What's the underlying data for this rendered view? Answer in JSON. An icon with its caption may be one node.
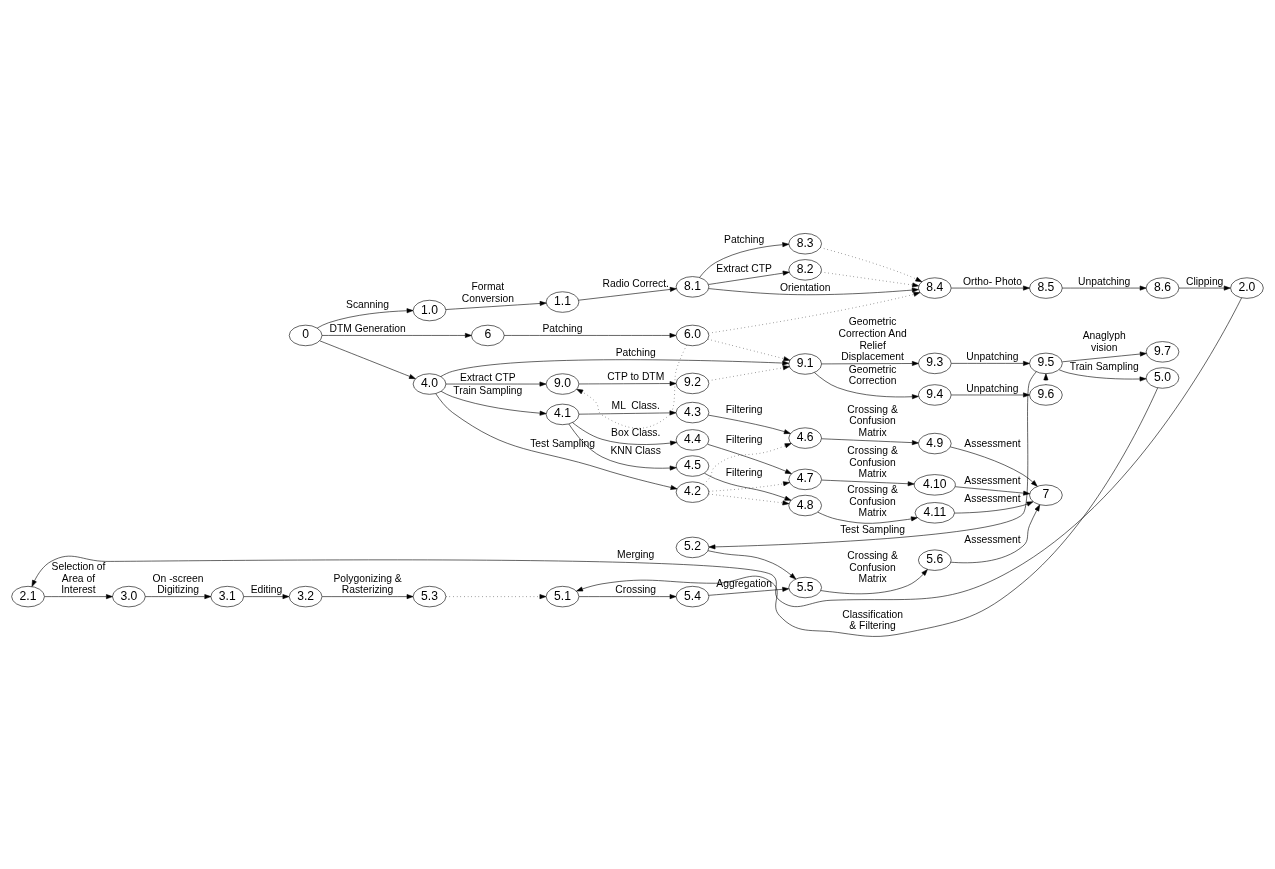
{
  "diagram": {
    "nodes": [
      {
        "text": [
          "0"
        ]
      },
      {
        "text": [
          "4.0"
        ]
      },
      {
        "text": [
          "4.1"
        ]
      },
      {
        "text": [
          "4.3"
        ]
      },
      {
        "text": [
          "4.4"
        ]
      },
      {
        "text": [
          "4.5"
        ]
      },
      {
        "text": [
          "4.2"
        ]
      },
      {
        "text": [
          "4.6"
        ]
      },
      {
        "text": [
          "4.7"
        ]
      },
      {
        "text": [
          "4.8"
        ]
      },
      {
        "text": [
          "4.9"
        ]
      },
      {
        "text": [
          "4.10"
        ]
      },
      {
        "text": [
          "4.11"
        ]
      },
      {
        "text": [
          "8.3"
        ]
      },
      {
        "text": [
          "8.2"
        ]
      },
      {
        "text": [
          "1.0"
        ]
      },
      {
        "text": [
          "1.1"
        ]
      },
      {
        "text": [
          "8.1"
        ]
      },
      {
        "text": [
          "8.4"
        ]
      },
      {
        "text": [
          "8.5"
        ]
      },
      {
        "text": [
          "8.6"
        ]
      },
      {
        "text": [
          "2.0"
        ]
      },
      {
        "text": [
          "2.1"
        ]
      },
      {
        "text": [
          "3.0"
        ]
      },
      {
        "text": [
          "3.1"
        ]
      },
      {
        "text": [
          "3.2"
        ]
      },
      {
        "text": [
          "5.3"
        ]
      },
      {
        "text": [
          "7"
        ]
      },
      {
        "text": [
          "6"
        ]
      },
      {
        "text": [
          "6.0"
        ]
      },
      {
        "text": [
          "9.1"
        ]
      },
      {
        "text": [
          "9.4"
        ]
      },
      {
        "text": [
          "9.6"
        ]
      },
      {
        "text": [
          "9.0"
        ]
      },
      {
        "text": [
          "9.2"
        ]
      },
      {
        "text": [
          "9.3"
        ]
      },
      {
        "text": [
          "9.5"
        ]
      },
      {
        "text": [
          "9.7"
        ]
      },
      {
        "text": [
          "5.2"
        ]
      },
      {
        "text": [
          "5.0"
        ]
      },
      {
        "text": [
          "5.1"
        ]
      },
      {
        "text": [
          "5.4"
        ]
      },
      {
        "text": [
          "5.5"
        ]
      },
      {
        "text": [
          "5.6"
        ]
      }
    ],
    "edges": [
      {
        "from": 0,
        "to": 1,
        "arrow": "to"
      },
      {
        "from": 1,
        "to": 2,
        "arrow": "to",
        "label": "Train Sampling"
      },
      {
        "from": 2,
        "to": 3,
        "arrow": "to",
        "label": "ML  Class."
      },
      {
        "from": 2,
        "to": 4,
        "arrow": "to",
        "label": "Box Class."
      },
      {
        "from": 2,
        "to": 5,
        "arrow": "to",
        "label": "KNN Class"
      },
      {
        "from": 1,
        "to": 6,
        "arrow": "to",
        "label": "Test Sampling"
      },
      {
        "from": 3,
        "to": 7,
        "arrow": "to",
        "label": "Filtering"
      },
      {
        "from": 4,
        "to": 8,
        "arrow": "to",
        "label": "Filtering"
      },
      {
        "from": 5,
        "to": 9,
        "arrow": "to",
        "label": "Filtering"
      },
      {
        "from": 6,
        "to": 7,
        "arrow": "to",
        "style": "dashed"
      },
      {
        "from": 6,
        "to": 8,
        "arrow": "to",
        "style": "dashed"
      },
      {
        "from": 6,
        "to": 9,
        "arrow": "to",
        "style": "dashed"
      },
      {
        "from": 7,
        "to": 10,
        "arrow": "to",
        "label": "Crossing & Confusion Matrix"
      },
      {
        "from": 8,
        "to": 11,
        "arrow": "to",
        "label": "Crossing & Confusion Matrix"
      },
      {
        "from": 9,
        "to": 12,
        "arrow": "to",
        "label": "Crossing & Confusion Matrix"
      },
      {
        "from": 10,
        "to": 27,
        "arrow": "to",
        "label": "Assessment"
      },
      {
        "from": 11,
        "to": 27,
        "arrow": "to",
        "label": "Assessment"
      },
      {
        "from": 12,
        "to": 27,
        "arrow": "to",
        "label": "Assessment"
      },
      {
        "from": 0,
        "to": 15,
        "arrow": "to",
        "label": "Scanning"
      },
      {
        "from": 15,
        "to": 16,
        "arrow": "to",
        "label": "Format Conversion"
      },
      {
        "from": 16,
        "to": 17,
        "arrow": "to",
        "label": "Radio Correct."
      },
      {
        "from": 17,
        "to": 13,
        "arrow": "to",
        "label": "Patching"
      },
      {
        "from": 17,
        "to": 14,
        "arrow": "to",
        "label": "Extract CTP"
      },
      {
        "from": 17,
        "to": 18,
        "arrow": "to",
        "label": "Orientation"
      },
      {
        "from": 13,
        "to": 18,
        "arrow": "to",
        "style": "dashed"
      },
      {
        "from": 14,
        "to": 18,
        "arrow": "to",
        "style": "dashed"
      },
      {
        "from": 18,
        "to": 19,
        "arrow": "to",
        "label": "Ortho- Photo"
      },
      {
        "from": 19,
        "to": 20,
        "arrow": "to",
        "label": "Unpatching"
      },
      {
        "from": 20,
        "to": 21,
        "arrow": "to",
        "label": "Clipping"
      },
      {
        "from": 21,
        "to": 22,
        "arrow": "to",
        "label": "Merging"
      },
      {
        "from": 22,
        "to": 23,
        "arrow": "to",
        "label": "Selection of Area of Interest"
      },
      {
        "from": 23,
        "to": 24,
        "arrow": "to",
        "label": "On -screen Digitizing"
      },
      {
        "from": 24,
        "to": 25,
        "arrow": "to",
        "label": "Editing"
      },
      {
        "from": 25,
        "to": 26,
        "arrow": "to",
        "label": "Polygonizing & Rasterizing"
      },
      {
        "from": 0,
        "to": 28,
        "arrow": "to",
        "label": "DTM Generation"
      },
      {
        "from": 28,
        "to": 29,
        "arrow": "to",
        "label": "Patching"
      },
      {
        "from": 29,
        "to": 18,
        "arrow": "to",
        "style": "dashed"
      },
      {
        "from": 29,
        "to": 30,
        "arrow": "to",
        "style": "dashed"
      },
      {
        "from": 29,
        "to": 33,
        "arrow": "to",
        "style": "dashed"
      },
      {
        "from": 1,
        "to": 30,
        "arrow": "to",
        "label": "Patching"
      },
      {
        "from": 1,
        "to": 33,
        "arrow": "to",
        "label": "Extract CTP"
      },
      {
        "from": 33,
        "to": 34,
        "arrow": "to",
        "label": "CTP to DTM"
      },
      {
        "from": 34,
        "to": 30,
        "arrow": "to",
        "style": "dashed"
      },
      {
        "from": 30,
        "to": 31,
        "arrow": "to",
        "label": "Geometric Correction"
      },
      {
        "from": 30,
        "to": 35,
        "arrow": "to",
        "label": "Geometric Correction And Relief Displacement"
      },
      {
        "from": 31,
        "to": 32,
        "arrow": "to",
        "label": "Unpatching"
      },
      {
        "from": 32,
        "to": 36,
        "arrow": "to",
        "style": "dashed"
      },
      {
        "from": 35,
        "to": 36,
        "arrow": "to",
        "label": "Unpatching"
      },
      {
        "from": 36,
        "to": 37,
        "arrow": "to",
        "label": "Anaglyph vision"
      },
      {
        "from": 36,
        "to": 39,
        "arrow": "to",
        "label": "Train Sampling"
      },
      {
        "from": 36,
        "to": 38,
        "arrow": "to",
        "label": "Test Sampling"
      },
      {
        "from": 26,
        "to": 40,
        "arrow": "to",
        "style": "dashed"
      },
      {
        "from": 39,
        "to": 40,
        "arrow": "to",
        "label": "Classification & Filtering"
      },
      {
        "from": 40,
        "to": 41,
        "arrow": "to",
        "label": "Crossing"
      },
      {
        "from": 41,
        "to": 42,
        "arrow": "to",
        "label": "Aggregation"
      },
      {
        "from": 38,
        "to": 42,
        "arrow": "to"
      },
      {
        "from": 42,
        "to": 43,
        "arrow": "to",
        "label": "Crossing & Confusion Matrix"
      },
      {
        "from": 43,
        "to": 27,
        "arrow": "to",
        "label": "Assessment"
      }
    ]
  }
}
